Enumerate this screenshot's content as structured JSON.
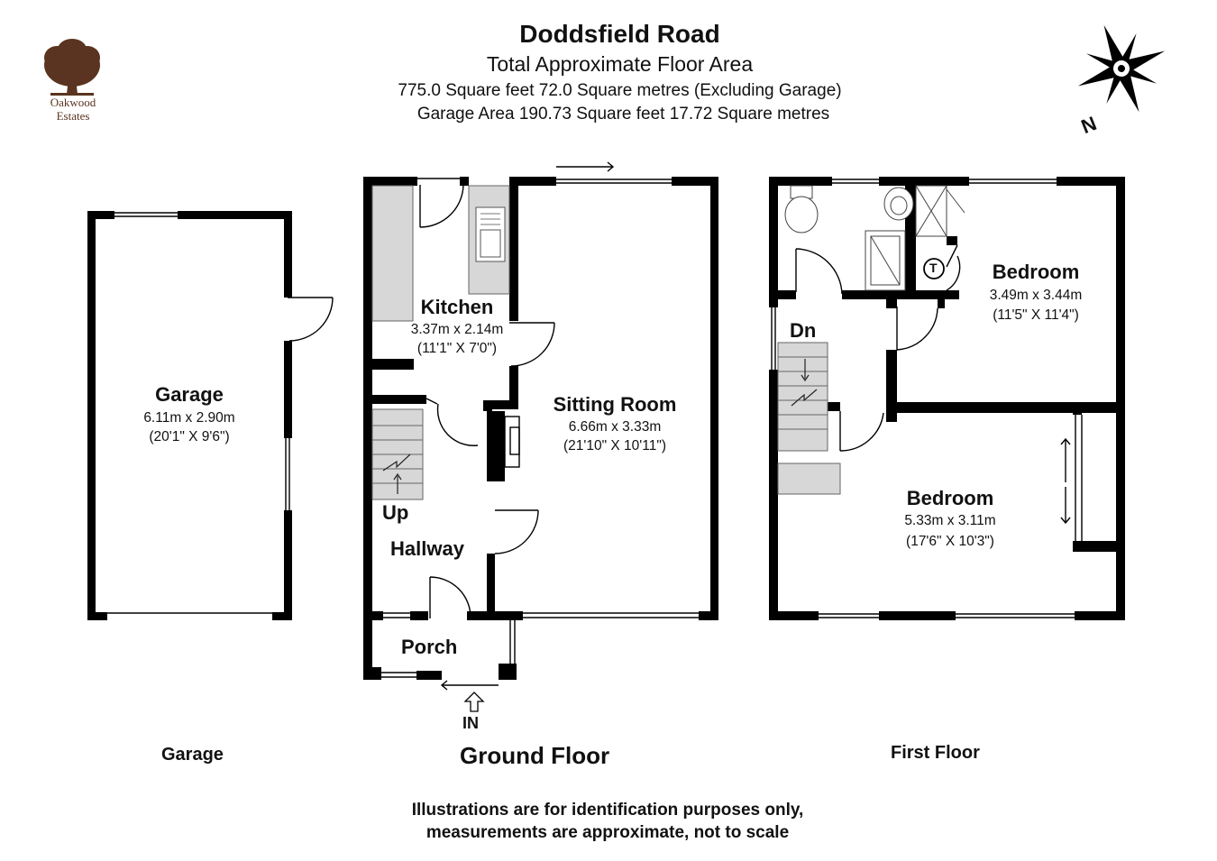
{
  "header": {
    "title": "Doddsfield Road",
    "subtitle": "Total Approximate Floor Area",
    "area_main": "775.0 Square feet 72.0 Square metres (Excluding Garage)",
    "area_garage": "Garage Area 190.73 Square feet 17.72 Square metres"
  },
  "logo": {
    "line1": "Oakwood",
    "line2": "Estates"
  },
  "compass": {
    "label": "N"
  },
  "rooms": {
    "garage": {
      "name": "Garage",
      "metric": "6.11m x 2.90m",
      "imperial": "(20'1\" X 9'6\")"
    },
    "kitchen": {
      "name": "Kitchen",
      "metric": "3.37m x 2.14m",
      "imperial": "(11'1\" X 7'0\")"
    },
    "sitting": {
      "name": "Sitting Room",
      "metric": "6.66m x 3.33m",
      "imperial": "(21'10\" X 10'11\")"
    },
    "hallway": {
      "name": "Hallway"
    },
    "porch": {
      "name": "Porch"
    },
    "bedroom1": {
      "name": "Bedroom",
      "metric": "3.49m x 3.44m",
      "imperial": "(11'5\" X 11'4\")"
    },
    "bedroom2": {
      "name": "Bedroom",
      "metric": "5.33m x 3.11m",
      "imperial": "(17'6\" X 10'3\")"
    }
  },
  "labels": {
    "up": "Up",
    "down": "Dn",
    "entrance": "IN",
    "tank": "T"
  },
  "floors": {
    "garage": "Garage",
    "ground": "Ground Floor",
    "first": "First Floor"
  },
  "disclaimer": {
    "line1": "Illustrations are for identification purposes only,",
    "line2": "measurements are approximate, not to scale"
  },
  "colors": {
    "wall": "#000000",
    "fixture_fill": "#d7d7d7",
    "logo_brown": "#5a3420"
  }
}
